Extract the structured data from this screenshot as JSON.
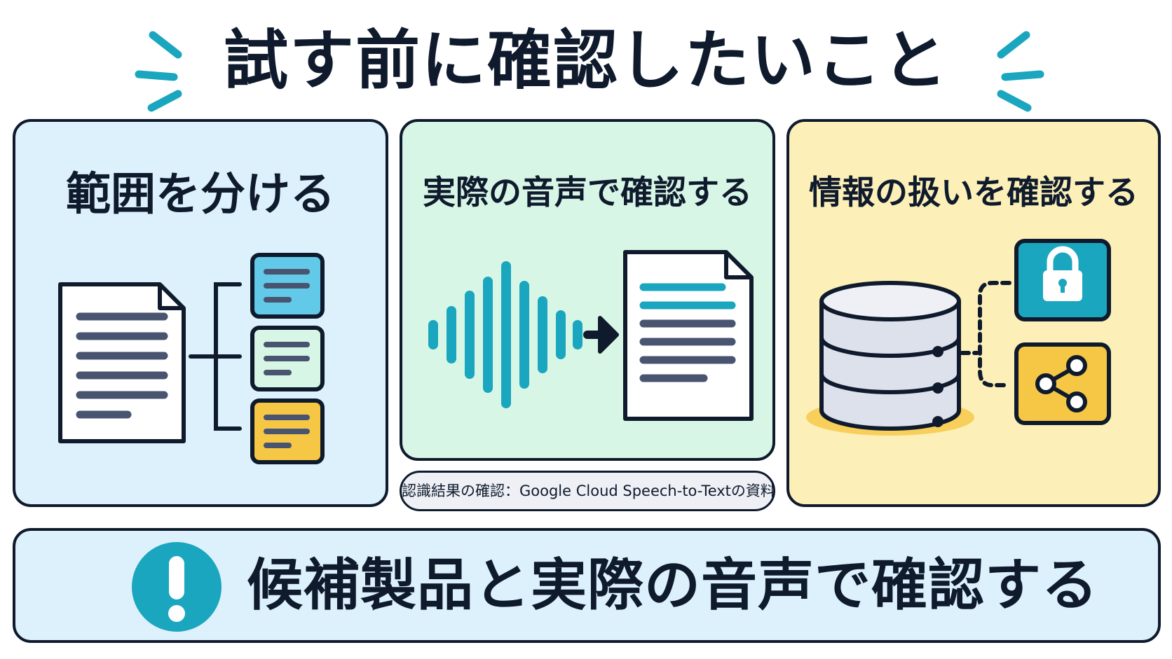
{
  "header": {
    "title": "試す前に確認したいこと"
  },
  "panels": [
    {
      "title": "範囲を分ける",
      "bg": "#dcf1fb"
    },
    {
      "title": "実際の音声で確認する",
      "bg": "#d8f6e6"
    },
    {
      "title": "情報の扱いを確認する",
      "bg": "#fcefb7"
    }
  ],
  "note": {
    "text": "認識結果の確認：Google Cloud Speech-to-Textの資料"
  },
  "banner": {
    "text": "候補製品と実際の音声で確認する"
  },
  "colors": {
    "accent_teal": "#1aa6bf",
    "accent_yellow": "#f6c744",
    "accent_green": "#d8f6e6",
    "outline": "#0f1b2d"
  },
  "icons": [
    "document-icon",
    "split-list-icon",
    "sound-wave-icon",
    "arrow-right-icon",
    "transcript-icon",
    "database-icon",
    "lock-icon",
    "share-icon",
    "alert-icon"
  ]
}
